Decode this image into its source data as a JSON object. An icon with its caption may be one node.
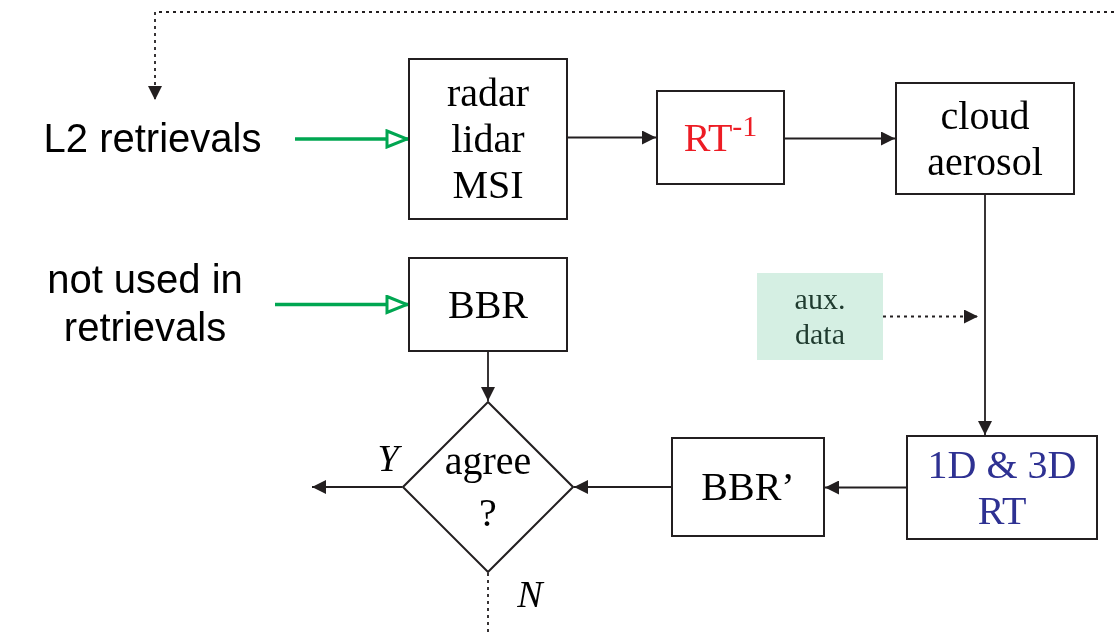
{
  "diagram": {
    "nodes": [
      {
        "text": [
          "L2 retrievals"
        ]
      },
      {
        "text": [
          "radar lidar MSI"
        ]
      },
      {
        "text": [
          "RT$^{-1}$"
        ]
      },
      {
        "text": [
          "cloud aerosol"
        ]
      },
      {
        "text": [
          "not used in retrievals"
        ]
      },
      {
        "text": [
          "BBR"
        ]
      },
      {
        "text": [
          "aux. data"
        ]
      },
      {
        "text": [
          "1D & 3D RT"
        ]
      },
      {
        "text": [
          "BBR’"
        ]
      },
      {
        "text": [
          "agree ?"
        ]
      }
    ],
    "edges": [
      {
        "from": 0,
        "to": 1,
        "arrow": "to",
        "style": "thick",
        "color": "#00a651"
      },
      {
        "from": 4,
        "to": 5,
        "arrow": "to",
        "style": "thick",
        "color": "#00a651"
      },
      {
        "from": 1,
        "to": 2,
        "arrow": "to"
      },
      {
        "from": 2,
        "to": 3,
        "arrow": "to"
      },
      {
        "from": 3,
        "to": 7,
        "arrow": "to"
      },
      {
        "from": 6,
        "to": null,
        "arrow": "to",
        "style": "dashed"
      },
      {
        "from": 7,
        "to": 8,
        "arrow": "to"
      },
      {
        "from": 8,
        "to": 9,
        "arrow": "to"
      },
      {
        "from": 5,
        "to": 9,
        "arrow": "to"
      },
      {
        "from": 9,
        "to": null,
        "arrow": "to",
        "label": "Y"
      },
      {
        "from": 9,
        "to": null,
        "arrow": "none",
        "style": "dashed",
        "label": "N"
      },
      {
        "from": null,
        "to": 0,
        "arrow": "to",
        "style": "dashed"
      }
    ]
  }
}
